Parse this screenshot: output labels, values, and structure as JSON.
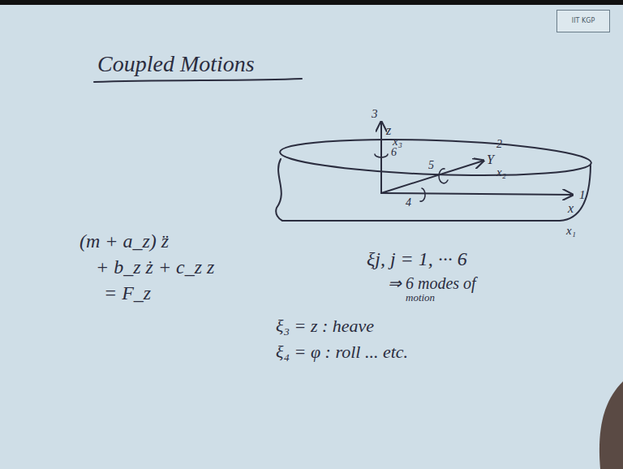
{
  "diagram": {
    "title": "Coupled Motions",
    "nodes": [
      {
        "text": [
          "IIT KGP"
        ]
      }
    ],
    "labels": [
      "(m + a_z) z̈",
      "+ b_z ż + c_z z",
      "= F_z",
      "3",
      "z",
      "x₃",
      "6",
      "5",
      "Y",
      "x₂",
      "2",
      "1",
      "x",
      "x₁",
      "4",
      "ξj, j = 1, ··· 6",
      "⇒ 6 modes of",
      "motion",
      "ξ₃ = z : heave",
      "ξ₄ = φ : roll ... etc."
    ]
  }
}
